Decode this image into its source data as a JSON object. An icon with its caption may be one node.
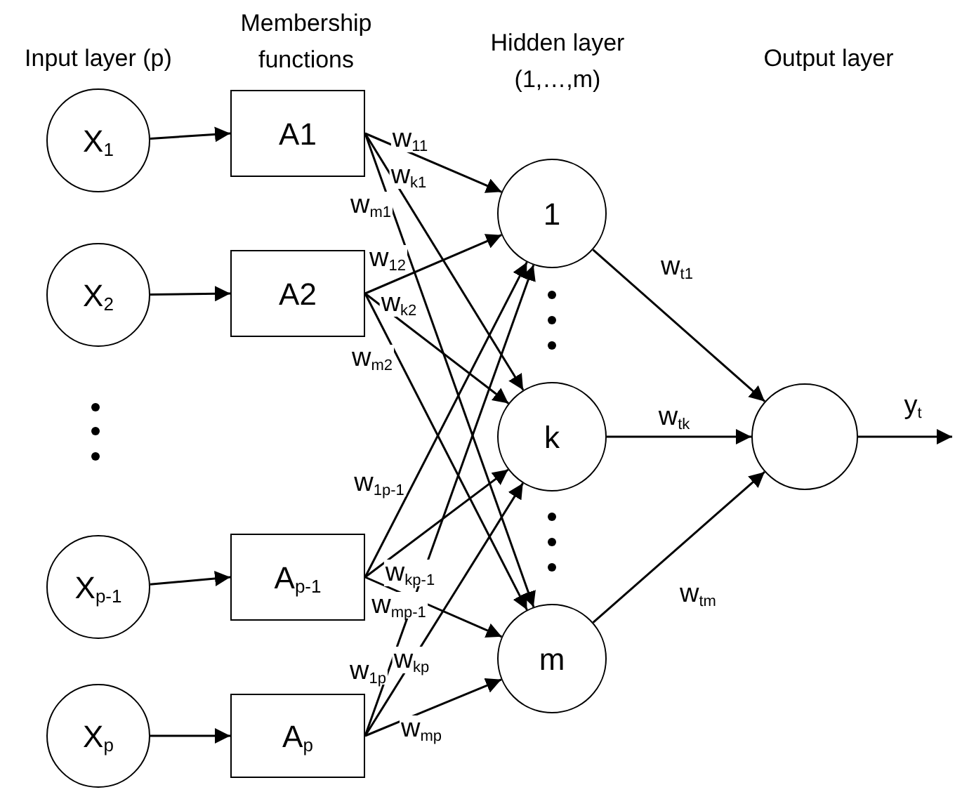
{
  "diagram": {
    "nodes": [
      {
        "text": [
          "X$_{1}$"
        ]
      },
      {
        "text": [
          "X$_{2}$"
        ]
      },
      {
        "text": [
          "X$_{p-1}$"
        ]
      },
      {
        "text": [
          "X$_{p}$"
        ]
      },
      {
        "text": [
          "A1"
        ]
      },
      {
        "text": [
          "A2"
        ]
      },
      {
        "text": [
          "A$_{p-1}$"
        ]
      },
      {
        "text": [
          "A$_{p}$"
        ]
      },
      {
        "text": [
          "1"
        ]
      },
      {
        "text": [
          "k"
        ]
      },
      {
        "text": [
          "m"
        ]
      },
      {
        "text": [],
        "shape": "circle"
      }
    ],
    "edges": [
      {
        "from": 0,
        "to": 4,
        "arrow": "to"
      },
      {
        "from": 1,
        "to": 5,
        "arrow": "to"
      },
      {
        "from": 2,
        "to": 6,
        "arrow": "to"
      },
      {
        "from": 3,
        "to": 7,
        "arrow": "to"
      },
      {
        "from": 4,
        "to": 8,
        "arrow": "to",
        "label": "w$_{11}$"
      },
      {
        "from": 4,
        "to": 9,
        "arrow": "to",
        "label": "w$_{k1}$"
      },
      {
        "from": 4,
        "to": 10,
        "arrow": "to",
        "label": "w$_{m1}$"
      },
      {
        "from": 5,
        "to": 8,
        "arrow": "to",
        "label": "w$_{12}$"
      },
      {
        "from": 5,
        "to": 9,
        "arrow": "to",
        "label": "w$_{k2}$"
      },
      {
        "from": 5,
        "to": 10,
        "arrow": "to",
        "label": "w$_{m2}$"
      },
      {
        "from": 6,
        "to": 8,
        "arrow": "to",
        "label": "w$_{1p-1}$"
      },
      {
        "from": 6,
        "to": 9,
        "arrow": "to",
        "label": "w$_{kp-1}$"
      },
      {
        "from": 6,
        "to": 10,
        "arrow": "to",
        "label": "w$_{mp-1}$"
      },
      {
        "from": 7,
        "to": 8,
        "arrow": "to",
        "label": "w$_{1p}$"
      },
      {
        "from": 7,
        "to": 9,
        "arrow": "to",
        "label": "w$_{kp}$"
      },
      {
        "from": 7,
        "to": 10,
        "arrow": "to",
        "label": "w$_{mp}$"
      },
      {
        "from": 8,
        "to": 11,
        "arrow": "to",
        "label": "w$_{t1}$"
      },
      {
        "from": 9,
        "to": 11,
        "arrow": "to",
        "label": "w$_{tk}$"
      },
      {
        "from": 10,
        "to": 11,
        "arrow": "to",
        "label": "w$_{tm}$"
      },
      {
        "from": 11,
        "to": null,
        "arrow": "to",
        "label": "y$_{t}$"
      }
    ],
    "labels": [
      "Input layer (p)",
      "Membership functions",
      "Hidden layer (1,…,m)",
      "Output layer"
    ]
  }
}
